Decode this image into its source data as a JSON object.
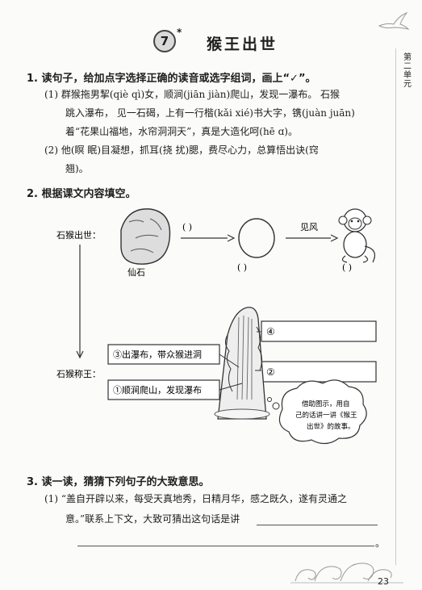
{
  "lesson": {
    "number": "7",
    "mark": "*",
    "title": "猴王出世"
  },
  "unit_tab": [
    "第",
    "二",
    "单",
    "元"
  ],
  "q1": {
    "title": "1. 读句子，给加点字选择正确的读音或选字组词，画上“✓”。",
    "item1": {
      "num": "(1)",
      "line1": {
        "a": "群猴拖男挈(qiè  qì)女，顺涧(jiān  jiàn)爬山，发现一瀑布。",
        "b": "石猴"
      },
      "line2": {
        "a": "跳入瀑布，",
        "b": "见一石碣，上有一行楷(kǎi  xié)书大字，镌(juàn  juān)"
      },
      "line3": "着“花果山福地，水帘洞洞天”，真是大造化呵(hē  ɑ)。"
    },
    "item2": {
      "num": "(2)",
      "line1": "他(瞑  眠)目凝想，抓耳(挠  扰)腮，费尽心力，总算悟出诀(窍",
      "line2": "翘)。"
    }
  },
  "q2": {
    "title": "2. 根据课文内容填空。",
    "row1_label": "石猴出世：",
    "row2_label": "石猴称王：",
    "stone_caption": "仙石",
    "paren": "(      )",
    "paren_small": "(    )",
    "jianfeng": "见风",
    "box3": "③出瀑布，带众猴进洞",
    "box1": "①顺涧爬山，发现瀑布",
    "box4": "④",
    "box2": "②",
    "bubble": [
      "借助图示，用自",
      "己的话讲一讲《猴王",
      "出世》的故事。"
    ]
  },
  "q3": {
    "title": "3. 读一读，猜猜下列句子的大致意思。",
    "num": "(1)",
    "line1": "“盖自开辟以来，每受天真地秀，日精月华，感之既久，遂有灵通之",
    "line2": "意。”联系上下文，大致可猜出这句话是讲",
    "end_mark": "。"
  },
  "page_number": "23"
}
